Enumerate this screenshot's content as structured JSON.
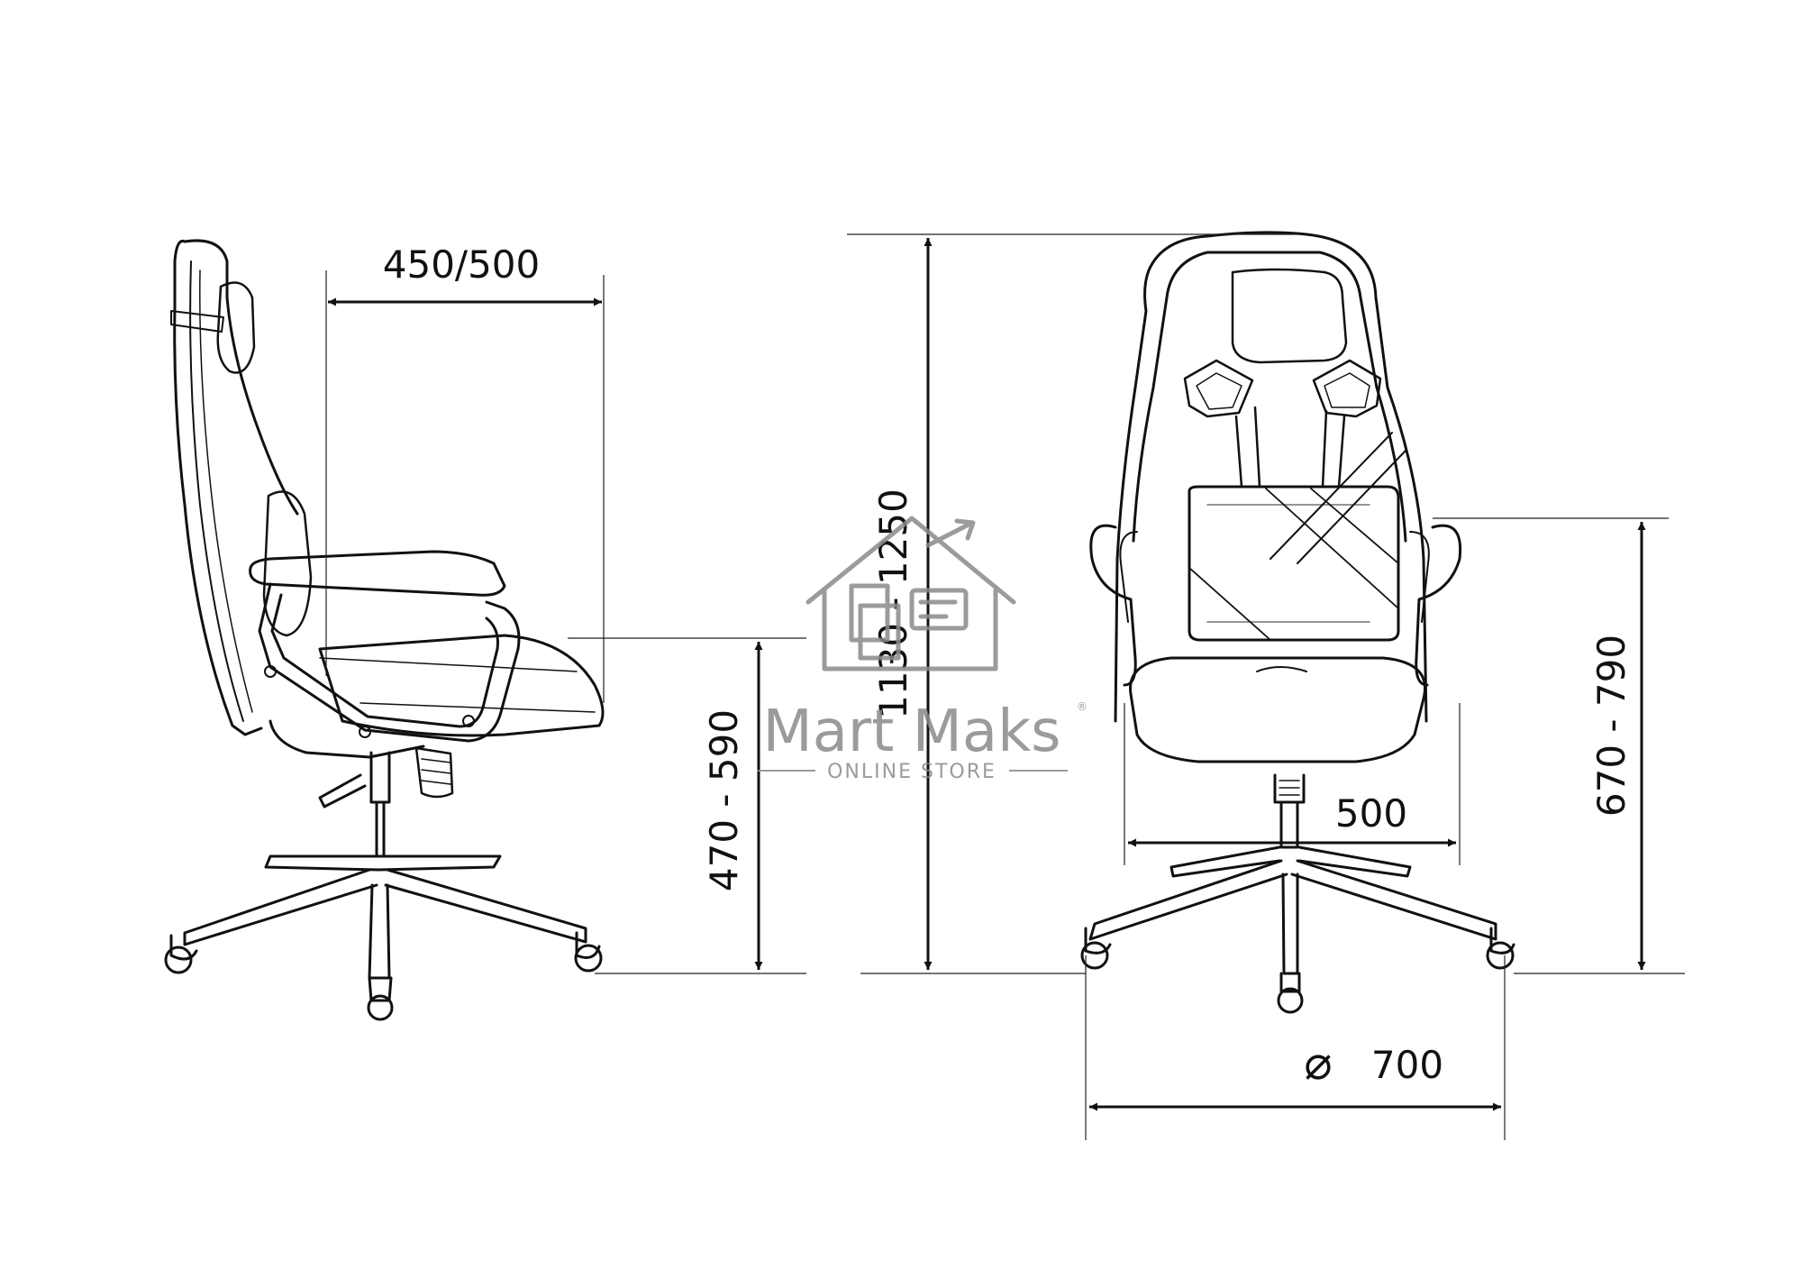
{
  "dimensions": {
    "seat_depth": "450/500",
    "seat_height": "470 - 590",
    "total_height": "1130 - 1250",
    "armrest_height": "670 - 790",
    "seat_width": "500",
    "base_diameter_symbol": "⌀",
    "base_diameter": "700"
  },
  "watermark": {
    "brand": "Mart Maks",
    "tagline": "ONLINE STORE",
    "registered": "®",
    "icon": "house-store-icon"
  },
  "colors": {
    "ink": "#111111",
    "watermark": "#8a8a8a",
    "background": "#ffffff"
  }
}
